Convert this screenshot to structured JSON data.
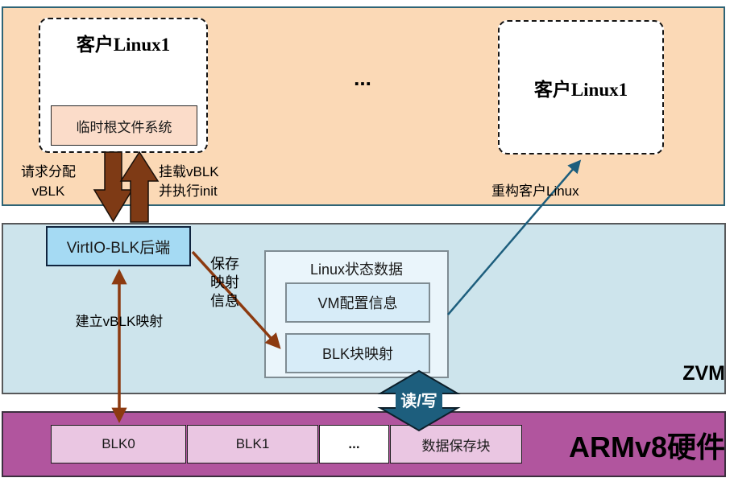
{
  "guest_band": {
    "guest1": {
      "title": "客户Linux1",
      "rootfs": "临时根文件系统"
    },
    "ellipsis": "...",
    "guest2": {
      "title": "客户Linux1"
    }
  },
  "zvm_band": {
    "label": "ZVM",
    "virtio_backend": "VirtIO-BLK后端",
    "state_box": {
      "title": "Linux状态数据",
      "items": [
        "VM配置信息",
        "BLK块映射"
      ]
    }
  },
  "hw_band": {
    "label": "ARMv8硬件",
    "blocks": [
      "BLK0",
      "BLK1",
      "...",
      "数据保存块"
    ]
  },
  "arrow_labels": {
    "request_alloc": "请求分配\nvBLK",
    "mount_init": "挂载vBLK\n并执行init",
    "rebuild_guest": "重构客户Linux",
    "save_mapping": "保存\n映射\n信息",
    "establish_mapping": "建立vBLK映射",
    "read_write": "读/写"
  },
  "colors": {
    "guest_band_fill": "#fbd9b6",
    "zvm_band_fill": "#cde4ec",
    "hw_band_fill": "#b1559e",
    "virtio_box_fill": "#a5daf3",
    "state_box_fill": "#eaf5fb",
    "state_item_fill": "#d7ecf8",
    "rootfs_box_fill": "#fbdcc9",
    "blk_box_fill": "#eac6e2",
    "brown_arrow": "#8c3a10",
    "teal_arrow": "#1d5e7d"
  }
}
